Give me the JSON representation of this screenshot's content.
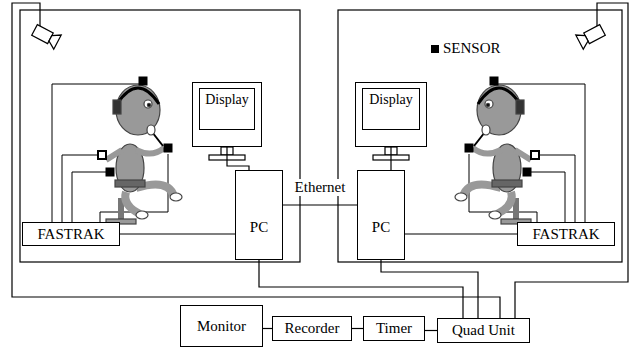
{
  "diagram": {
    "nodes": [
      {
        "text": [
          "Display"
        ]
      },
      {
        "text": [
          "PC"
        ]
      },
      {
        "text": [
          "FASTRAK"
        ]
      },
      {
        "text": [
          "Display"
        ]
      },
      {
        "text": [
          "PC"
        ]
      },
      {
        "text": [
          "FASTRAK"
        ]
      },
      {
        "text": [
          "Monitor"
        ]
      },
      {
        "text": [
          "Recorder"
        ]
      },
      {
        "text": [
          "Timer"
        ]
      },
      {
        "text": [
          "Quad Unit"
        ]
      }
    ],
    "edges": [
      {
        "from": 1,
        "to": 4,
        "arrow": "none",
        "label": "Ethernet"
      },
      {
        "from": 0,
        "to": 1,
        "arrow": "none"
      },
      {
        "from": 2,
        "to": 1,
        "arrow": "none"
      },
      {
        "from": 3,
        "to": 4,
        "arrow": "none"
      },
      {
        "from": 5,
        "to": 4,
        "arrow": "none"
      },
      {
        "from": 1,
        "to": 9,
        "arrow": "none"
      },
      {
        "from": 4,
        "to": 9,
        "arrow": "none"
      },
      {
        "from": 6,
        "to": 7,
        "arrow": "none"
      },
      {
        "from": 7,
        "to": 8,
        "arrow": "none"
      },
      {
        "from": 8,
        "to": 9,
        "arrow": "none"
      }
    ],
    "legend": [
      {
        "text": "SENSOR",
        "color": "#000000"
      }
    ]
  }
}
